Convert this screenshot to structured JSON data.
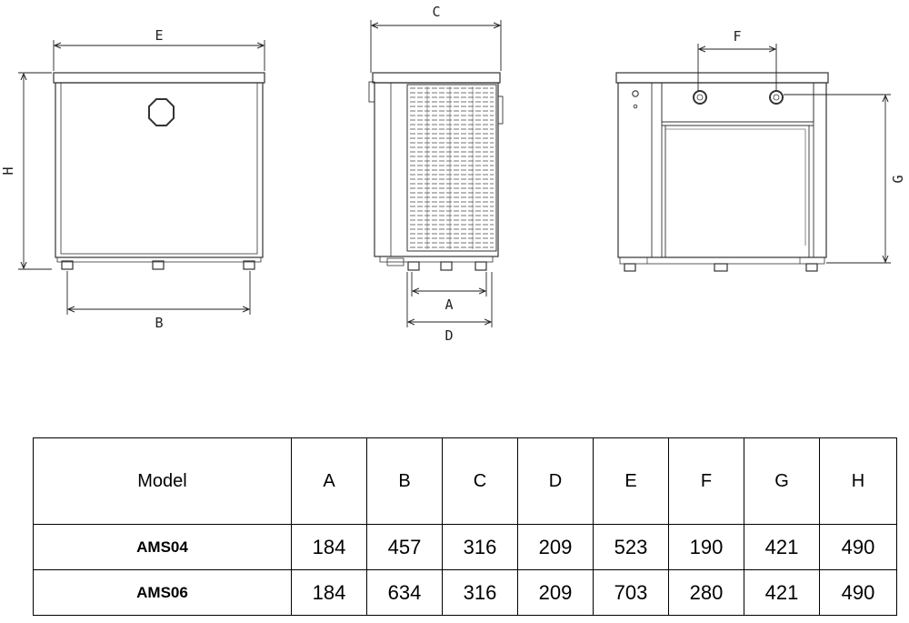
{
  "drawing": {
    "labels": {
      "A": "A",
      "B": "B",
      "C": "C",
      "D": "D",
      "E": "E",
      "F": "F",
      "G": "G",
      "H": "H"
    }
  },
  "table": {
    "headers": [
      "Model",
      "A",
      "B",
      "C",
      "D",
      "E",
      "F",
      "G",
      "H"
    ],
    "rows": [
      [
        "AMS04",
        "184",
        "457",
        "316",
        "209",
        "523",
        "190",
        "421",
        "490"
      ],
      [
        "AMS06",
        "184",
        "634",
        "316",
        "209",
        "703",
        "280",
        "421",
        "490"
      ]
    ]
  }
}
